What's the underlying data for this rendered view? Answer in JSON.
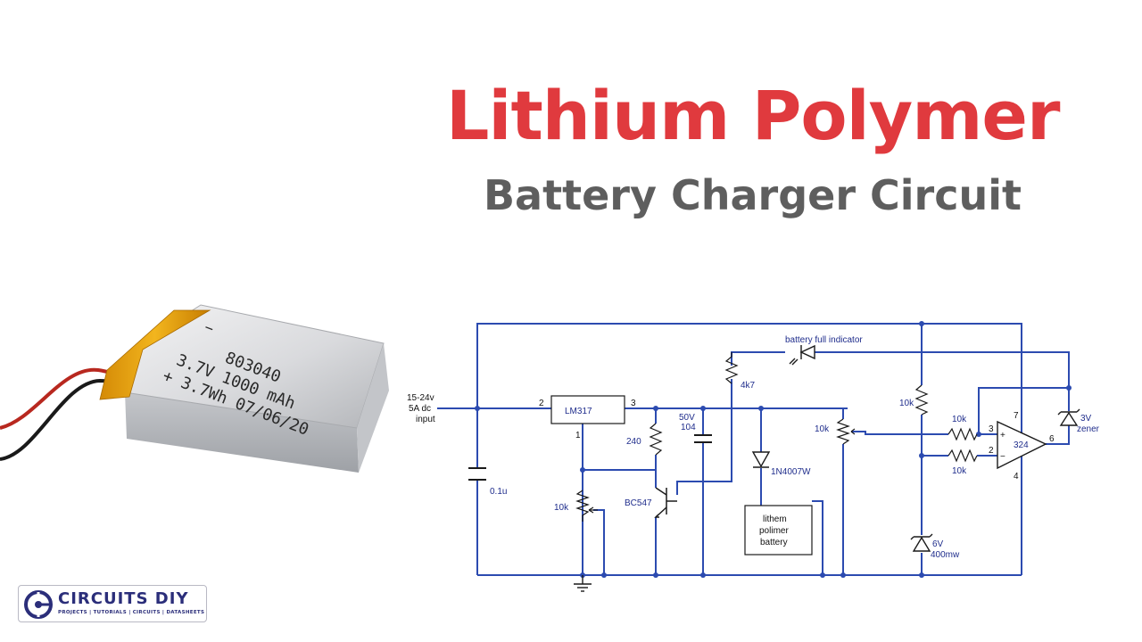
{
  "title": {
    "main": "Lithium Polymer",
    "sub": "Battery Charger Circuit"
  },
  "battery_photo": {
    "model": "803040",
    "spec_line1": "3.7V 1000 mAh",
    "spec_line2": "+ 3.7Wh 07/06/20",
    "minus_mark": "−"
  },
  "schematic": {
    "input_label_1": "15-24v",
    "input_label_2": "5A dc",
    "input_label_3": "input",
    "cap_input": "0.1u",
    "regulator": "LM317",
    "pin_2": "2",
    "pin_3": "3",
    "pin_1": "1",
    "pot_adjust": "10k",
    "r_240": "240",
    "transistor": "BC547",
    "cap_value_1": "50V",
    "cap_value_2": "104",
    "r_4k7": "4k7",
    "led_label": "battery full indicator",
    "diode": "1N4007W",
    "battery_box_1": "lithem",
    "battery_box_2": "polimer",
    "battery_box_3": "battery",
    "pot_sense": "10k",
    "r_top": "10k",
    "r_in_plus": "10k",
    "r_in_minus": "10k",
    "opamp": "324",
    "op_pin_3": "3",
    "op_pin_2": "2",
    "op_pin_6": "6",
    "op_pin_7": "7",
    "op_pin_4": "4",
    "op_plus": "+",
    "op_minus": "−",
    "zener_3v_1": "3V",
    "zener_3v_2": "zener",
    "zener_6v_1": "6V",
    "zener_6v_2": "400mw"
  },
  "logo": {
    "name": "CIRCUITS DIY",
    "tagline": "PROJECTS | TUTORIALS | CIRCUITS | DATASHEETS"
  },
  "colors": {
    "title_red": "#e03a3e",
    "title_gray": "#5e5e5e",
    "wire_blue": "#2c4bb0",
    "logo_navy": "#2b2e7a"
  }
}
